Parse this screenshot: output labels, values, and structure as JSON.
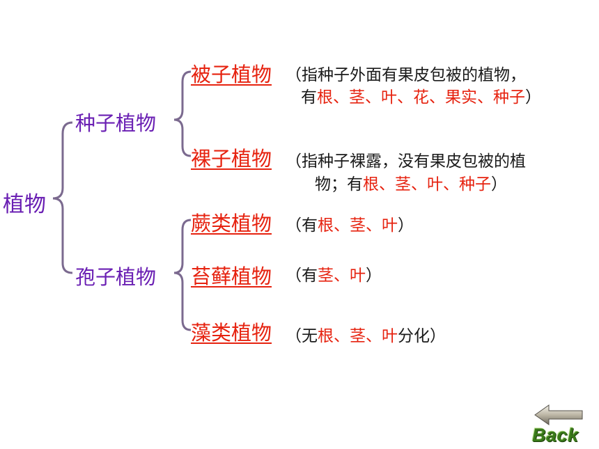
{
  "root": "植物",
  "groups": [
    {
      "name": "种子植物",
      "items": [
        {
          "name": "被子植物",
          "desc_line1": "（指种子外面有果皮包被的植物，",
          "desc_line2_pre": "有",
          "desc_line2_hl": "根、茎、叶、花、果实、种子",
          "desc_line2_post": "）"
        },
        {
          "name": "裸子植物",
          "desc_line1": "（指种子裸露，没有果皮包被的植",
          "desc_line2_pre": "物；有",
          "desc_line2_hl": "根、茎、叶、种子",
          "desc_line2_post": "）"
        }
      ]
    },
    {
      "name": "孢子植物",
      "items": [
        {
          "name": "蕨类植物",
          "desc_pre": "（有",
          "desc_hl": "根、茎、叶",
          "desc_post": "）"
        },
        {
          "name": "苔藓植物",
          "desc_pre": "（有",
          "desc_hl": "茎、叶",
          "desc_post": "）"
        },
        {
          "name": "藻类植物",
          "desc_pre": "（无",
          "desc_hl": "根、茎、叶",
          "desc_post": "分化）"
        }
      ]
    }
  ],
  "back_button": {
    "label": "Back",
    "icon": "arrow-left-icon"
  },
  "colors": {
    "category": "#6a1fb3",
    "item": "#e6220f",
    "highlight": "#e6220f",
    "text": "#1a1a1a",
    "bracket": "#7b6a8f"
  }
}
